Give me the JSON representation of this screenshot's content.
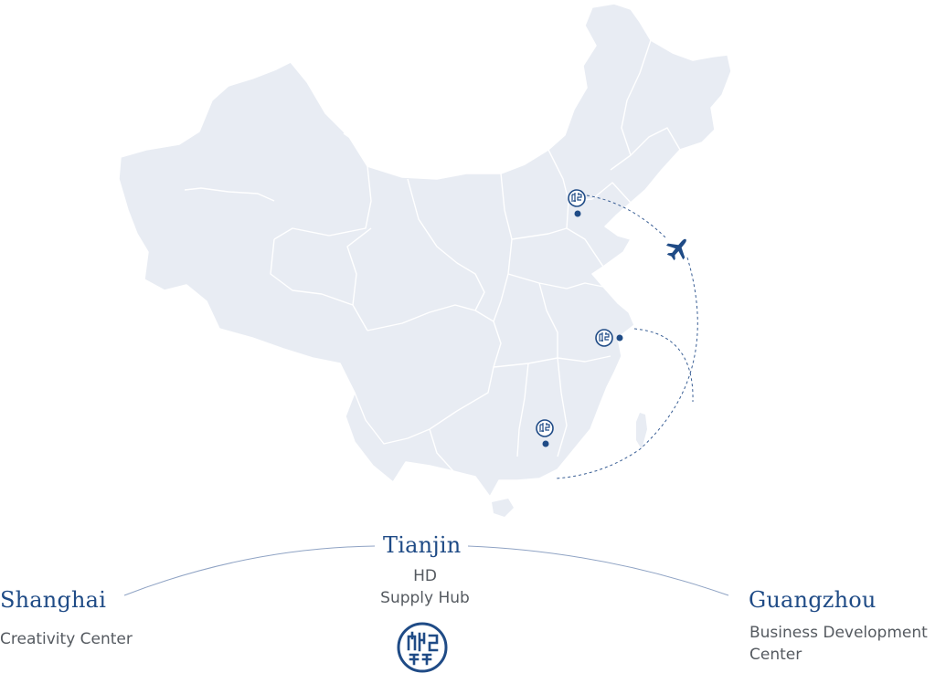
{
  "map": {
    "colors": {
      "land": "#e8ecf3",
      "border": "#ffffff",
      "accent": "#1f4b86",
      "route": "#3a5f95",
      "curve": "#8fa3c4"
    },
    "icons": [
      "seal-logo-icon",
      "location-dot-icon",
      "airplane-icon"
    ]
  },
  "locations": {
    "tianjin": {
      "name": "Tianjin",
      "desc_line1": "HD",
      "desc_line2": "Supply Hub"
    },
    "shanghai": {
      "name": "Shanghai",
      "desc_line1": "Creativity Center"
    },
    "guangzhou": {
      "name": "Guangzhou",
      "desc_line1": "Business Development",
      "desc_line2": "Center"
    }
  },
  "brand": {
    "logo_icon": "seal-logo-icon"
  }
}
